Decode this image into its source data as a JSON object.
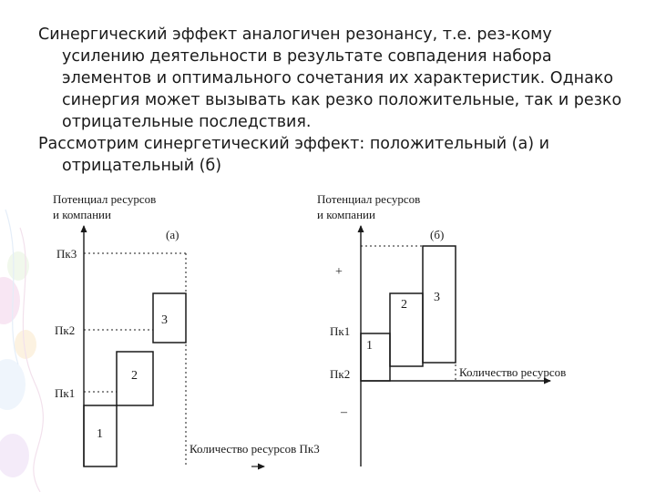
{
  "slide": {
    "paragraph1": "Синергический эффект аналогичен резонансу, т.е. рез-кому усилению деятельности в результате совпадения набора элементов и оптимального сочетания их характеристик. Однако синергия может вызывать как резко положительные, так и резко отрицательные последствия.",
    "paragraph2": "Рассмотрим синергетический эффект: положительный (а) и отрицательный (б)"
  },
  "diagram_a": {
    "axis_label_line1": "Потенциал ресурсов",
    "axis_label_line2": "и компании",
    "caption": "(а)",
    "level_top": "Пк3",
    "level_mid": "Пк2",
    "level_low": "Пк1",
    "box1": "1",
    "box2": "2",
    "box3": "3",
    "x_label": "Количество ресурсов Пк3"
  },
  "diagram_b": {
    "axis_label_line1": "Потенциал ресурсов",
    "axis_label_line2": "и компании",
    "caption": "(б)",
    "plus": "+",
    "minus": "–",
    "level_upper": "Пк1",
    "level_lower": "Пк2",
    "box1": "1",
    "box2": "2",
    "box3": "3",
    "x_label": "Количество ресурсов"
  },
  "colors": {
    "text": "#1a1a1a",
    "decoration": [
      "#f3d3ea",
      "#e3eefb",
      "#e7f3dd",
      "#fbe9c9"
    ]
  }
}
